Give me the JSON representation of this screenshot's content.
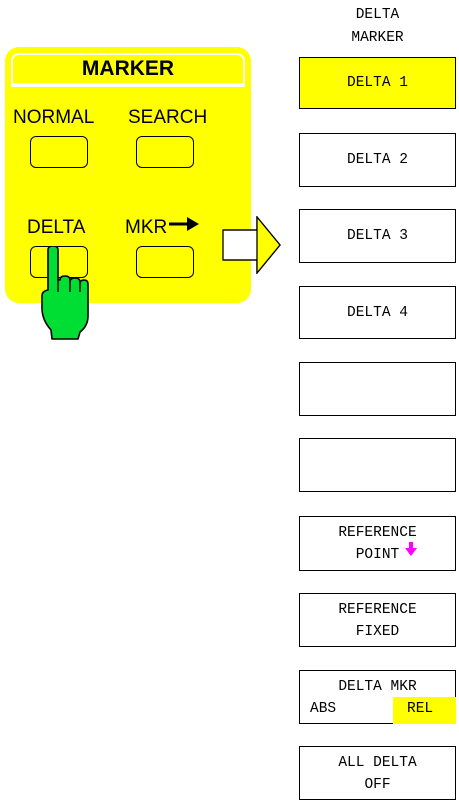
{
  "marker_panel": {
    "title": "MARKER",
    "keys": {
      "normal": "NORMAL",
      "search": "SEARCH",
      "delta": "DELTA",
      "mkr_arrow": "MKR"
    }
  },
  "softkey_menu": {
    "header_line1": "DELTA",
    "header_line2": "MARKER",
    "delta1": "DELTA 1",
    "delta2": "DELTA 2",
    "delta3": "DELTA 3",
    "delta4": "DELTA 4",
    "reference_point_line1": "REFERENCE",
    "reference_point_line2": "POINT",
    "reference_fixed_line1": "REFERENCE",
    "reference_fixed_line2": "FIXED",
    "delta_mkr_line1": "DELTA MKR",
    "delta_mkr_abs": "ABS",
    "delta_mkr_rel": "REL",
    "all_delta_off_line1": "ALL DELTA",
    "all_delta_off_line2": "OFF"
  },
  "colors": {
    "panel": "#ffff00",
    "active_softkey": "#ffff00",
    "hand": "#00dd33",
    "reference_arrow": "#ff00ff"
  }
}
